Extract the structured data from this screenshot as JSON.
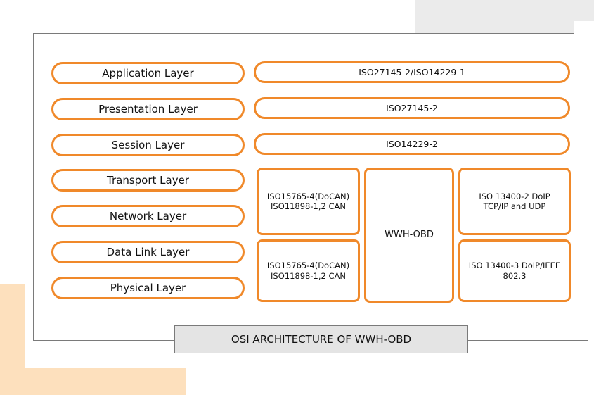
{
  "diagram": {
    "osi_layers": [
      "Application Layer",
      "Presentation Layer",
      "Session Layer",
      "Transport Layer",
      "Network Layer",
      "Data Link Layer",
      "Physical Layer"
    ],
    "upper_protocols": [
      "ISO27145-2/ISO14229-1",
      "ISO27145-2",
      "ISO14229-2"
    ],
    "docan_upper": {
      "line1": "ISO15765-4(DoCAN)",
      "line2": "ISO11898-1,2 CAN"
    },
    "docan_lower": {
      "line1": "ISO15765-4(DoCAN)",
      "line2": "ISO11898-1,2 CAN"
    },
    "wwh_obd": "WWH-OBD",
    "doip_upper": {
      "line1": "ISO 13400-2 DoIP",
      "line2": "TCP/IP and UDP"
    },
    "doip_lower": {
      "line1": "ISO 13400-3 DoIP/IEEE",
      "line2": "802.3"
    },
    "caption": "OSI ARCHITECTURE OF WWH-OBD"
  },
  "colors": {
    "accent_orange": "#f0892a",
    "peach_decor": "#fde0bd",
    "gray_decor": "#ebebeb",
    "caption_bg": "#e4e4e4"
  }
}
